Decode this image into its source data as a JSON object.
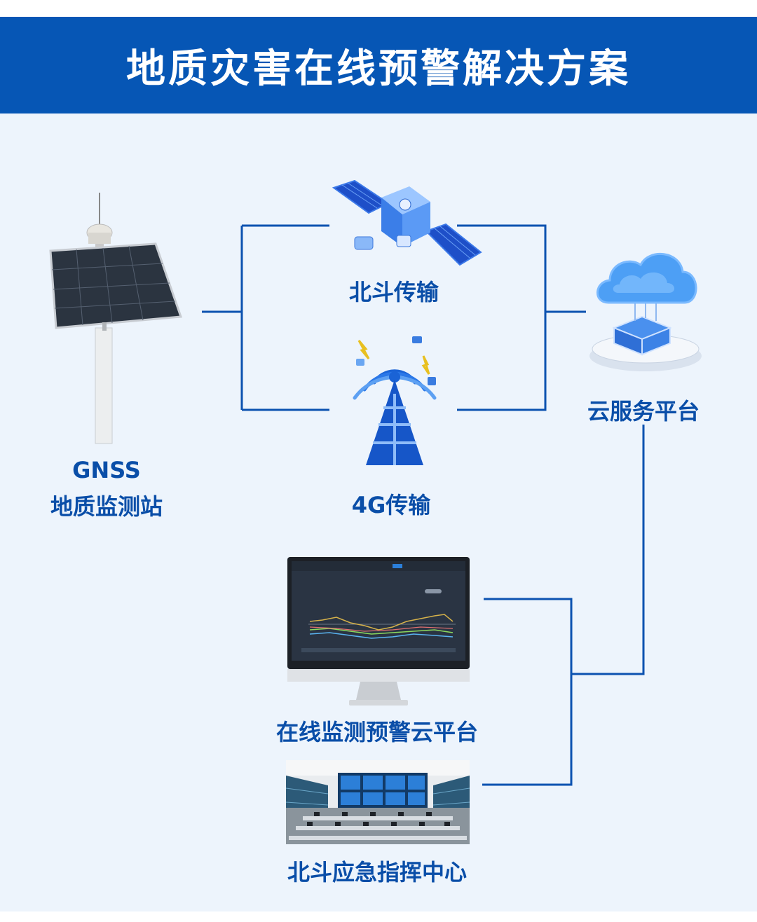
{
  "title": "地质灾害在线预警解决方案",
  "nodes": {
    "gnss_line1": "GNSS",
    "gnss_line2": "地质监测站",
    "beidou": "北斗传输",
    "g4": "4G传输",
    "cloud": "云服务平台",
    "monitor": "在线监测预警云平台",
    "command": "北斗应急指挥中心"
  },
  "colors": {
    "title_bar": "#0656b5",
    "background": "#edf4fc",
    "accent": "#0a4ea8",
    "line": "#0c52b0"
  }
}
